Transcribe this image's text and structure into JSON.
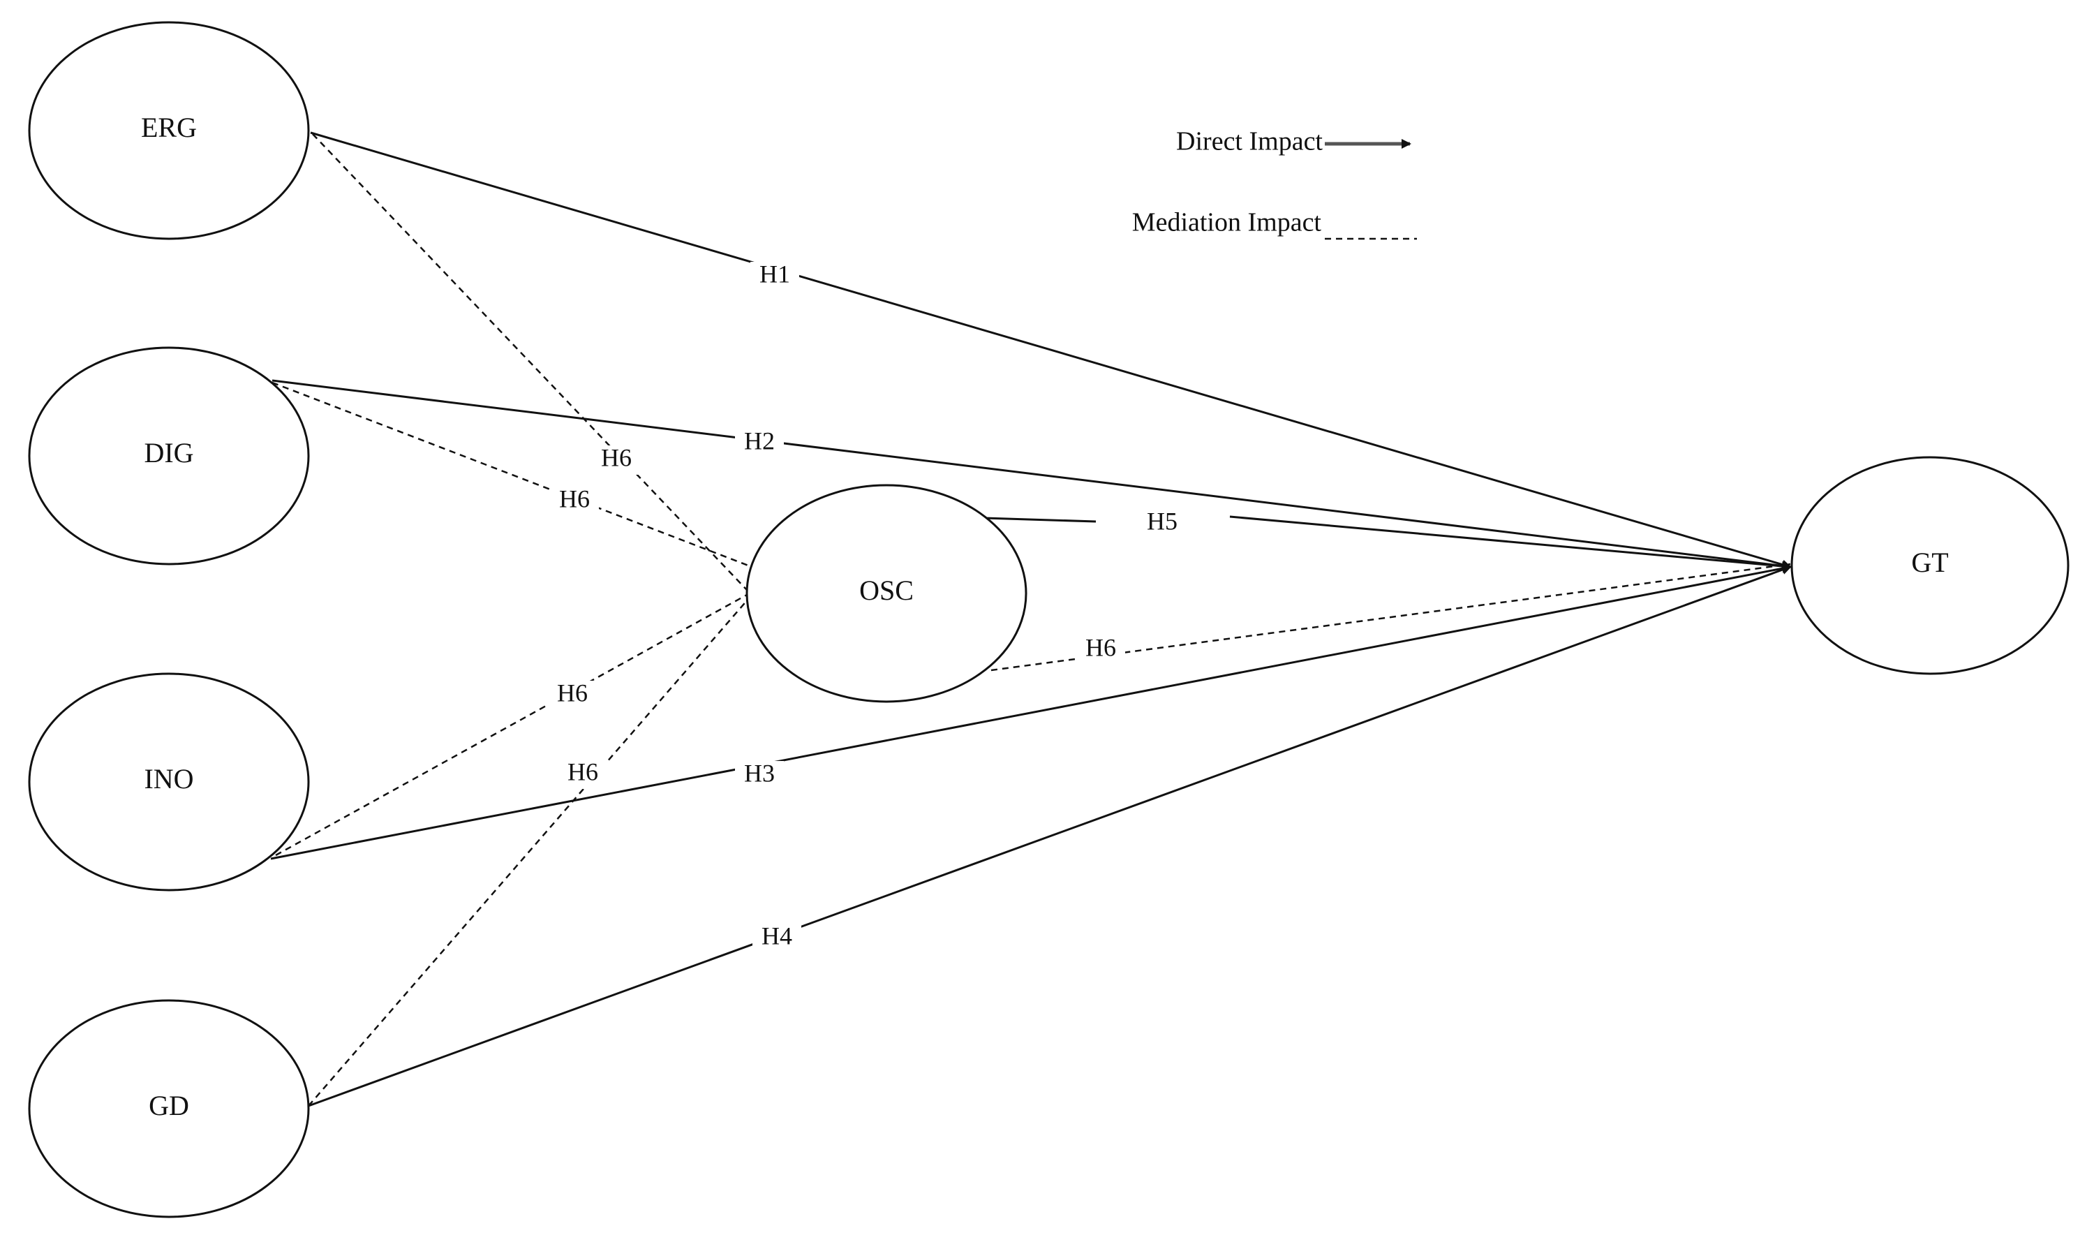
{
  "nodes": {
    "erg": {
      "label": "ERG"
    },
    "dig": {
      "label": "DIG"
    },
    "ino": {
      "label": "INO"
    },
    "gd": {
      "label": "GD"
    },
    "osc": {
      "label": "OSC"
    },
    "gt": {
      "label": "GT"
    }
  },
  "edges": {
    "h1": {
      "label": "H1"
    },
    "h2": {
      "label": "H2"
    },
    "h3": {
      "label": "H3"
    },
    "h4": {
      "label": "H4"
    },
    "h5": {
      "label": "H5"
    },
    "h6_erg": {
      "label": "H6"
    },
    "h6_dig": {
      "label": "H6"
    },
    "h6_ino": {
      "label": "H6"
    },
    "h6_gd": {
      "label": "H6"
    },
    "h6_osc": {
      "label": "H6"
    }
  },
  "legend": {
    "direct": "Direct Impact",
    "mediation": "Mediation Impact"
  }
}
